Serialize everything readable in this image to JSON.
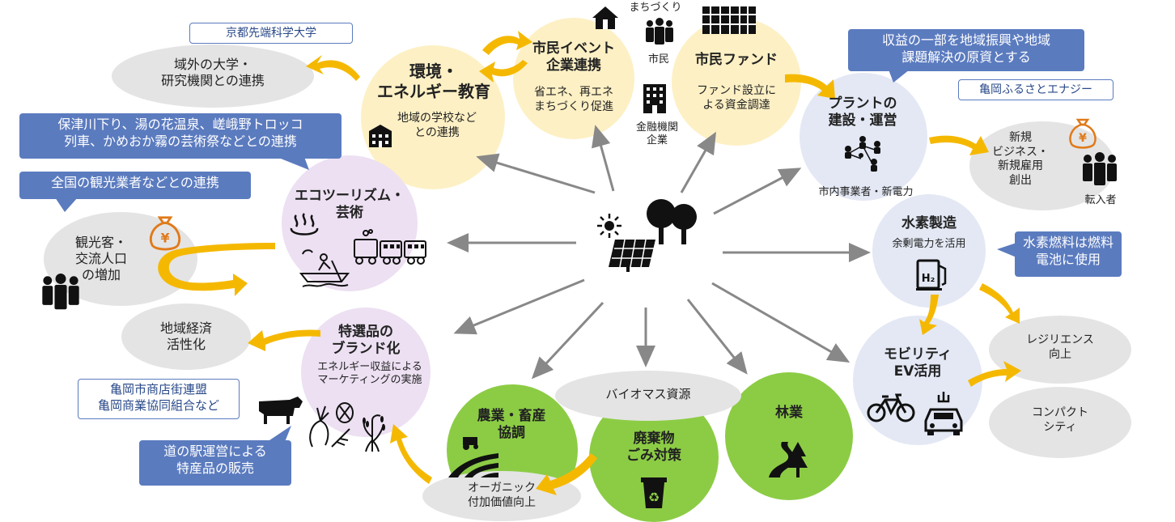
{
  "center": {
    "icons": [
      "sun-icon",
      "trees-icon",
      "solar-panel-icon"
    ]
  },
  "env_education": {
    "title": "環境・\nエネルギー教育",
    "sub": "地域の学校など\nとの連携"
  },
  "outside_univ": {
    "text": "域外の大学・\n研究機関との連携"
  },
  "kyoto_univ": {
    "text": "京都先端科学大学"
  },
  "citizen_event": {
    "title": "市民イベント\n企業連携",
    "sub": "省エネ、再エネ\nまちづくり促進"
  },
  "machizukuri": {
    "label": "まちづくり",
    "citizen": "市民",
    "finance": "金融機関\n企業"
  },
  "citizen_fund": {
    "title": "市民ファンド",
    "sub": "ファンド設立に\nよる資金調達"
  },
  "revenue_callout": {
    "text": "収益の一部を地域振興や地域\n課題解決の原資とする"
  },
  "kameoka_energy": {
    "text": "亀岡ふるさとエナジー"
  },
  "plant": {
    "title": "プラントの\n建設・運営",
    "sub": "市内事業者・新電力"
  },
  "new_business": {
    "text": "新規\nビジネス・\n新規雇用\n創出",
    "label": "転入者"
  },
  "hydrogen": {
    "title": "水素製造",
    "sub": "余剰電力を活用"
  },
  "hydrogen_callout": {
    "text": "水素燃料は燃料\n電池に使用"
  },
  "resilience": {
    "text": "レジリエンス\n向上"
  },
  "compact_city": {
    "text": "コンパクト\nシティ"
  },
  "mobility": {
    "title": "モビリティ\nEV活用"
  },
  "forestry": {
    "title": "林業"
  },
  "waste": {
    "title": "廃棄物\nごみ対策"
  },
  "biomass": {
    "text": "バイオマス資源"
  },
  "agriculture": {
    "title": "農業・畜産\n協調"
  },
  "organic": {
    "text": "オーガニック\n付加価値向上"
  },
  "brand": {
    "title": "特選品の\nブランド化",
    "sub": "エネルギー収益による\nマーケティングの実施"
  },
  "michinoeki_callout": {
    "text": "道の駅運営による\n特産品の販売"
  },
  "shopping_assoc": {
    "text": "亀岡市商店街連盟\n亀岡商業協同組合など"
  },
  "regional_economy": {
    "text": "地域経済\n活性化"
  },
  "tourists": {
    "text": "観光客・\n交流人口\nの増加"
  },
  "national_tourism_callout": {
    "text": "全国の観光業者などとの連携"
  },
  "hozu_callout": {
    "text": "保津川下り、湯の花温泉、嵯峨野トロッコ\n列車、かめおか霧の芸術祭などとの連携"
  },
  "ecotourism": {
    "title": "エコツーリズム・\n芸術"
  },
  "colors": {
    "yellow": "#fdf0c4",
    "purple": "#ece0f2",
    "blue": "#e3e8f4",
    "green": "#8ccc45",
    "gray": "#e4e4e4",
    "callout": "#5b7bbf",
    "arrow_orange": "#f5b800",
    "arrow_gray": "#888888"
  }
}
